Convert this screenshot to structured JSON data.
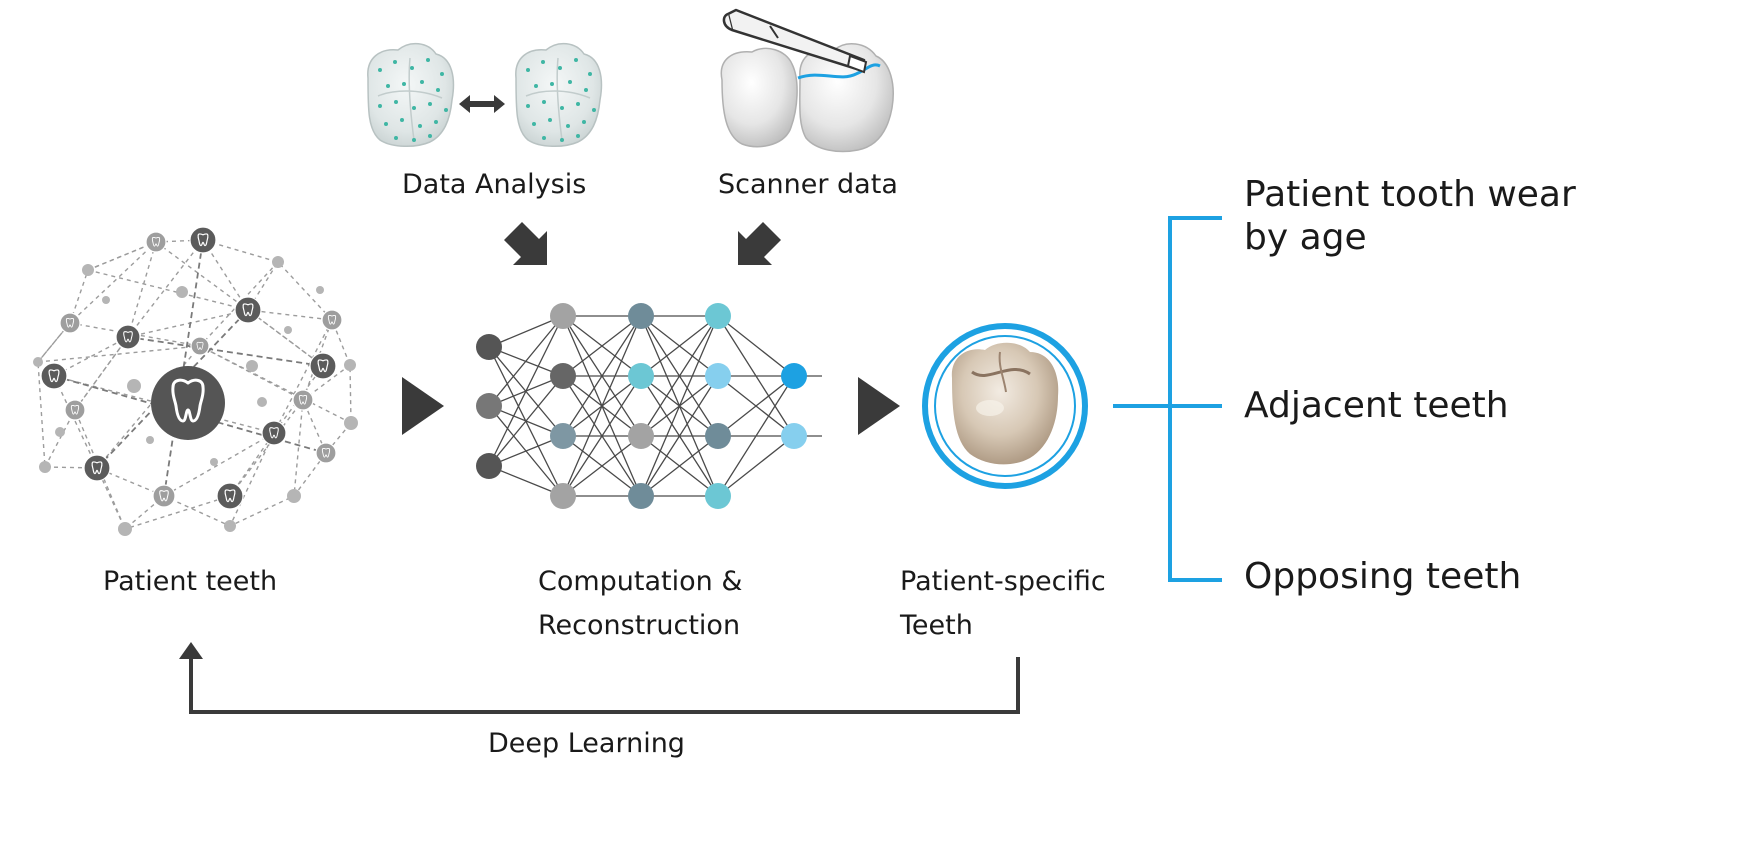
{
  "inputs": {
    "data_analysis": "Data Analysis",
    "scanner_data": "Scanner data"
  },
  "stages": {
    "patient_teeth": "Patient teeth",
    "computation": [
      "Computation &",
      "Reconstruction"
    ],
    "patient_specific": [
      "Patient-specific",
      "Teeth"
    ]
  },
  "outputs": [
    "Patient tooth wear",
    "by age",
    "Adjacent teeth",
    "Opposing teeth"
  ],
  "feedback_loop": "Deep Learning",
  "colors": {
    "accent_blue": "#1da1e2",
    "arrow_dark": "#3a3a3a",
    "node_dark": "#555555",
    "node_gray": "#9a9a9a",
    "node_slate": "#6f8c99",
    "node_teal": "#6cc7d4",
    "node_light_blue": "#86cfee"
  },
  "icons": [
    "tooth-mesh-icon",
    "scanner-wand-icon",
    "tooth-icon",
    "play-arrow-icon",
    "crown-photo-icon"
  ]
}
